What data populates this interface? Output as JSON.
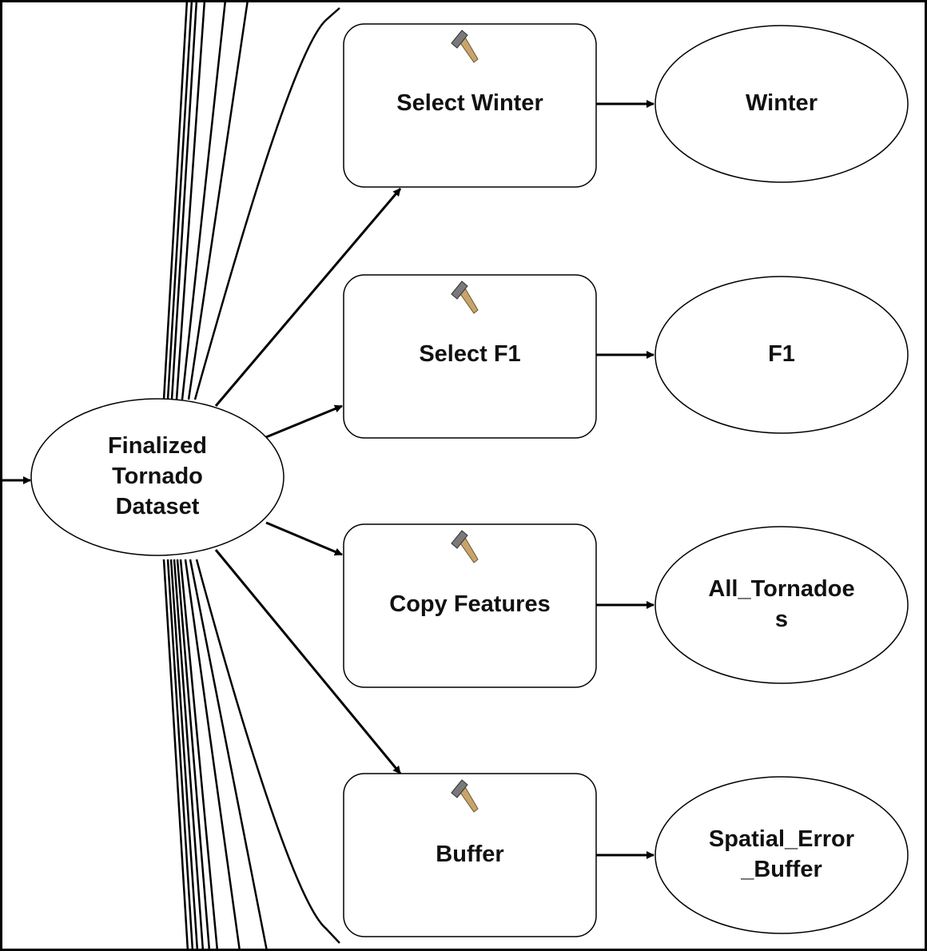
{
  "model": {
    "input": {
      "label": "Finalized\nTornado\nDataset"
    },
    "processes": [
      {
        "tool_label": "Select Winter",
        "tool_icon": "hammer-icon",
        "output_label": "Winter"
      },
      {
        "tool_label": "Select F1",
        "tool_icon": "hammer-icon",
        "output_label": "F1"
      },
      {
        "tool_label": "Copy Features",
        "tool_icon": "hammer-icon",
        "output_label": "All_Tornadoe\ns"
      },
      {
        "tool_label": "Buffer",
        "tool_icon": "hammer-icon",
        "output_label": "Spatial_Error\n_Buffer"
      }
    ]
  },
  "colors": {
    "stroke": "#000000",
    "fill": "#ffffff",
    "text": "#111111",
    "hammer_handle": "#c9a46a",
    "hammer_head": "#7a7a7a"
  }
}
